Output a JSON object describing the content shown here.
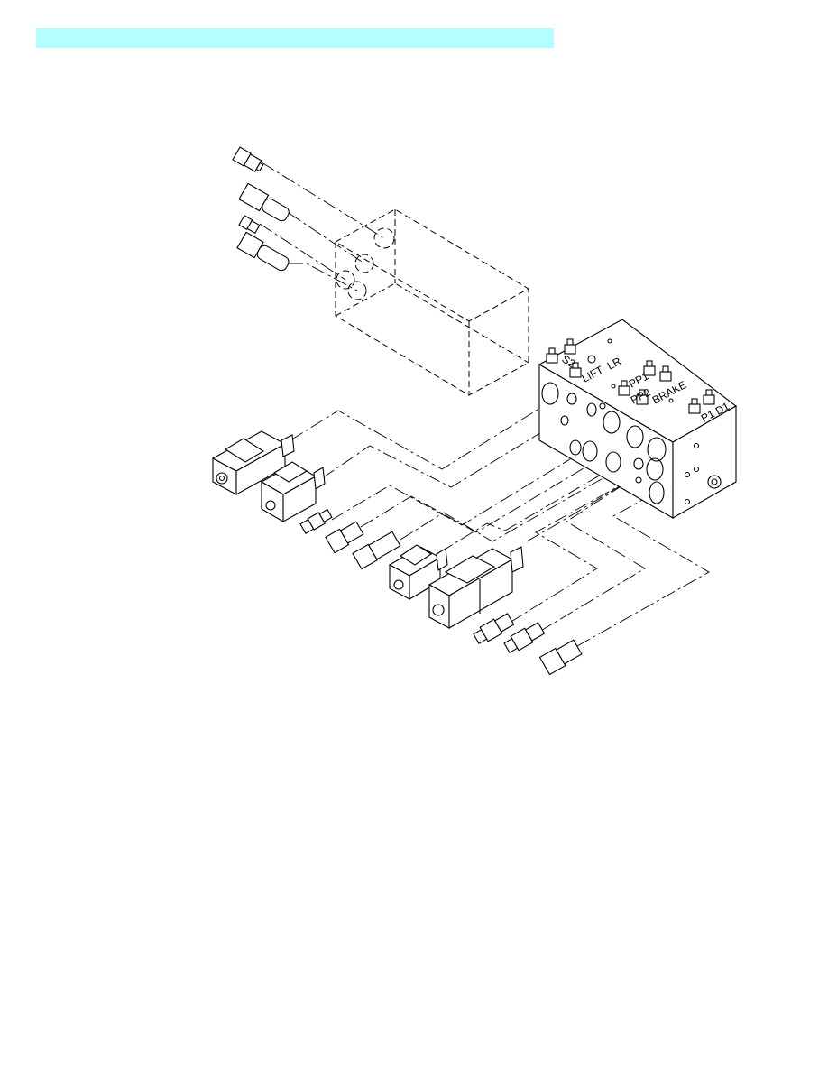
{
  "header": {
    "color": "#b3ffff"
  },
  "manifold": {
    "port_labels": [
      "S2",
      "LIFT",
      "LR",
      "PP1",
      "PP2",
      "BRAKE",
      "P1",
      "D1"
    ]
  },
  "icons": {
    "solenoid": "solenoid-valve-icon",
    "cartridge": "cartridge-valve-icon",
    "plug": "hex-plug-icon",
    "fitting": "fitting-icon"
  }
}
